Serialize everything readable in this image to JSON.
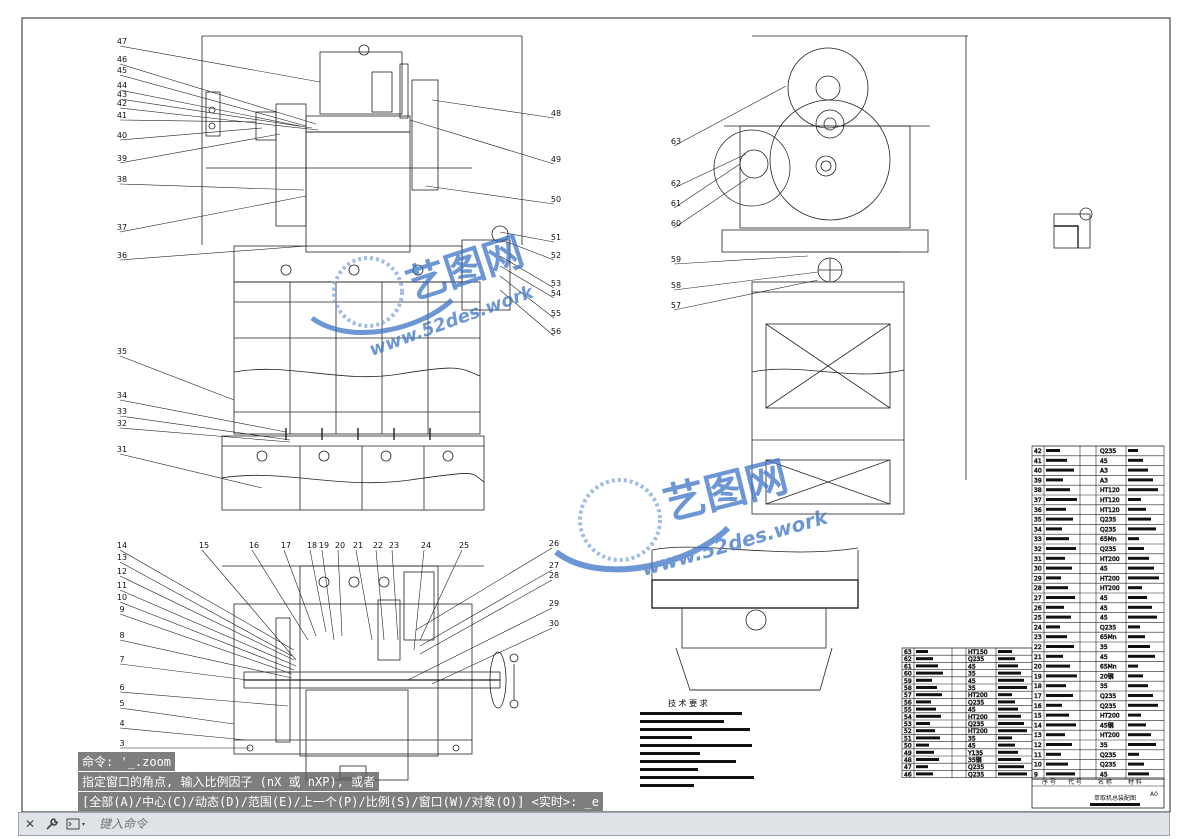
{
  "drawing": {
    "balloons_left_top": [
      "47",
      "46",
      "45",
      "43",
      "42",
      "44",
      "41",
      "40",
      "39",
      "38",
      "37",
      "36",
      "35",
      "34",
      "33",
      "32",
      "31"
    ],
    "balloons_right_top": [
      "48",
      "49",
      "50",
      "51",
      "52",
      "53",
      "54",
      "55",
      "56"
    ],
    "balloons_side_view": [
      "63",
      "62",
      "61",
      "60",
      "59",
      "58",
      "57"
    ],
    "balloons_bottom_left": [
      "14",
      "13",
      "12",
      "11",
      "10",
      "9",
      "8",
      "7",
      "6",
      "5",
      "4",
      "3"
    ],
    "balloons_bottom_top": [
      "15",
      "16",
      "17",
      "18",
      "19",
      "20",
      "21",
      "22",
      "23",
      "24",
      "25"
    ],
    "balloons_bottom_right": [
      "26",
      "27",
      "28",
      "29",
      "30"
    ],
    "tech_notes_title": "技 术 要 求",
    "bom_materials": [
      "Q235",
      "45",
      "A3",
      "A3",
      "HT120",
      "HT120",
      "HT120",
      "Q235",
      "Q235",
      "65Mn",
      "Q235",
      "HT200",
      "45",
      "HT200",
      "HT200",
      "45",
      "45",
      "45",
      "Q235",
      "65Mn",
      "35",
      "45",
      "65Mn",
      "20钢",
      "35",
      "Q235",
      "Q235",
      "HT200",
      "45钢",
      "HT200",
      "35",
      "Q235",
      "Q235",
      "45"
    ],
    "bom_left_materials": [
      "HT150",
      "Q235",
      "45",
      "35",
      "45",
      "35",
      "HT200",
      "Q235",
      "45",
      "HT200",
      "Q235",
      "HT200",
      "35",
      "45",
      "Y135",
      "35钢",
      "Q235",
      "Q235"
    ],
    "title_block": {
      "header": "序 号",
      "col2": "代 号",
      "col3": "名 称",
      "col4": "材 料",
      "footer": "萃取机总装配图",
      "scale": "A0"
    }
  },
  "watermark": {
    "brand": "艺图网",
    "url": "www.52des.work"
  },
  "command_history": [
    "命令: '_.zoom",
    "指定窗口的角点, 输入比例因子 (nX 或 nXP), 或者",
    "[全部(A)/中心(C)/动态(D)/范围(E)/上一个(P)/比例(S)/窗口(W)/对象(O)] <实时>: _e"
  ],
  "command_line": {
    "placeholder": "键入命令"
  },
  "colors": {
    "cmd_bg": "#5a5a5a",
    "bar_bg": "#dfe3e8",
    "watermark_blue": "#3d74c7"
  }
}
